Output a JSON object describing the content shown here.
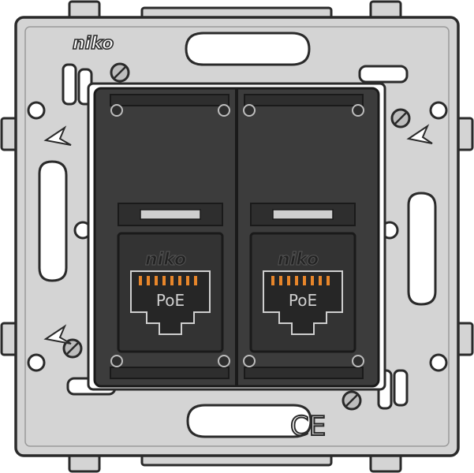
{
  "brand": "niko",
  "ports": [
    {
      "logo": "niko",
      "label": "PoE"
    },
    {
      "logo": "niko",
      "label": "PoE"
    }
  ],
  "certification_mark": "CE",
  "colors": {
    "frame": "#d4d4d4",
    "outline": "#2a2a2a",
    "housing": "#3c3c3c",
    "housing_dark": "#2e2e2e",
    "contacts": "#e8862a",
    "label": "#cfcfcf"
  }
}
